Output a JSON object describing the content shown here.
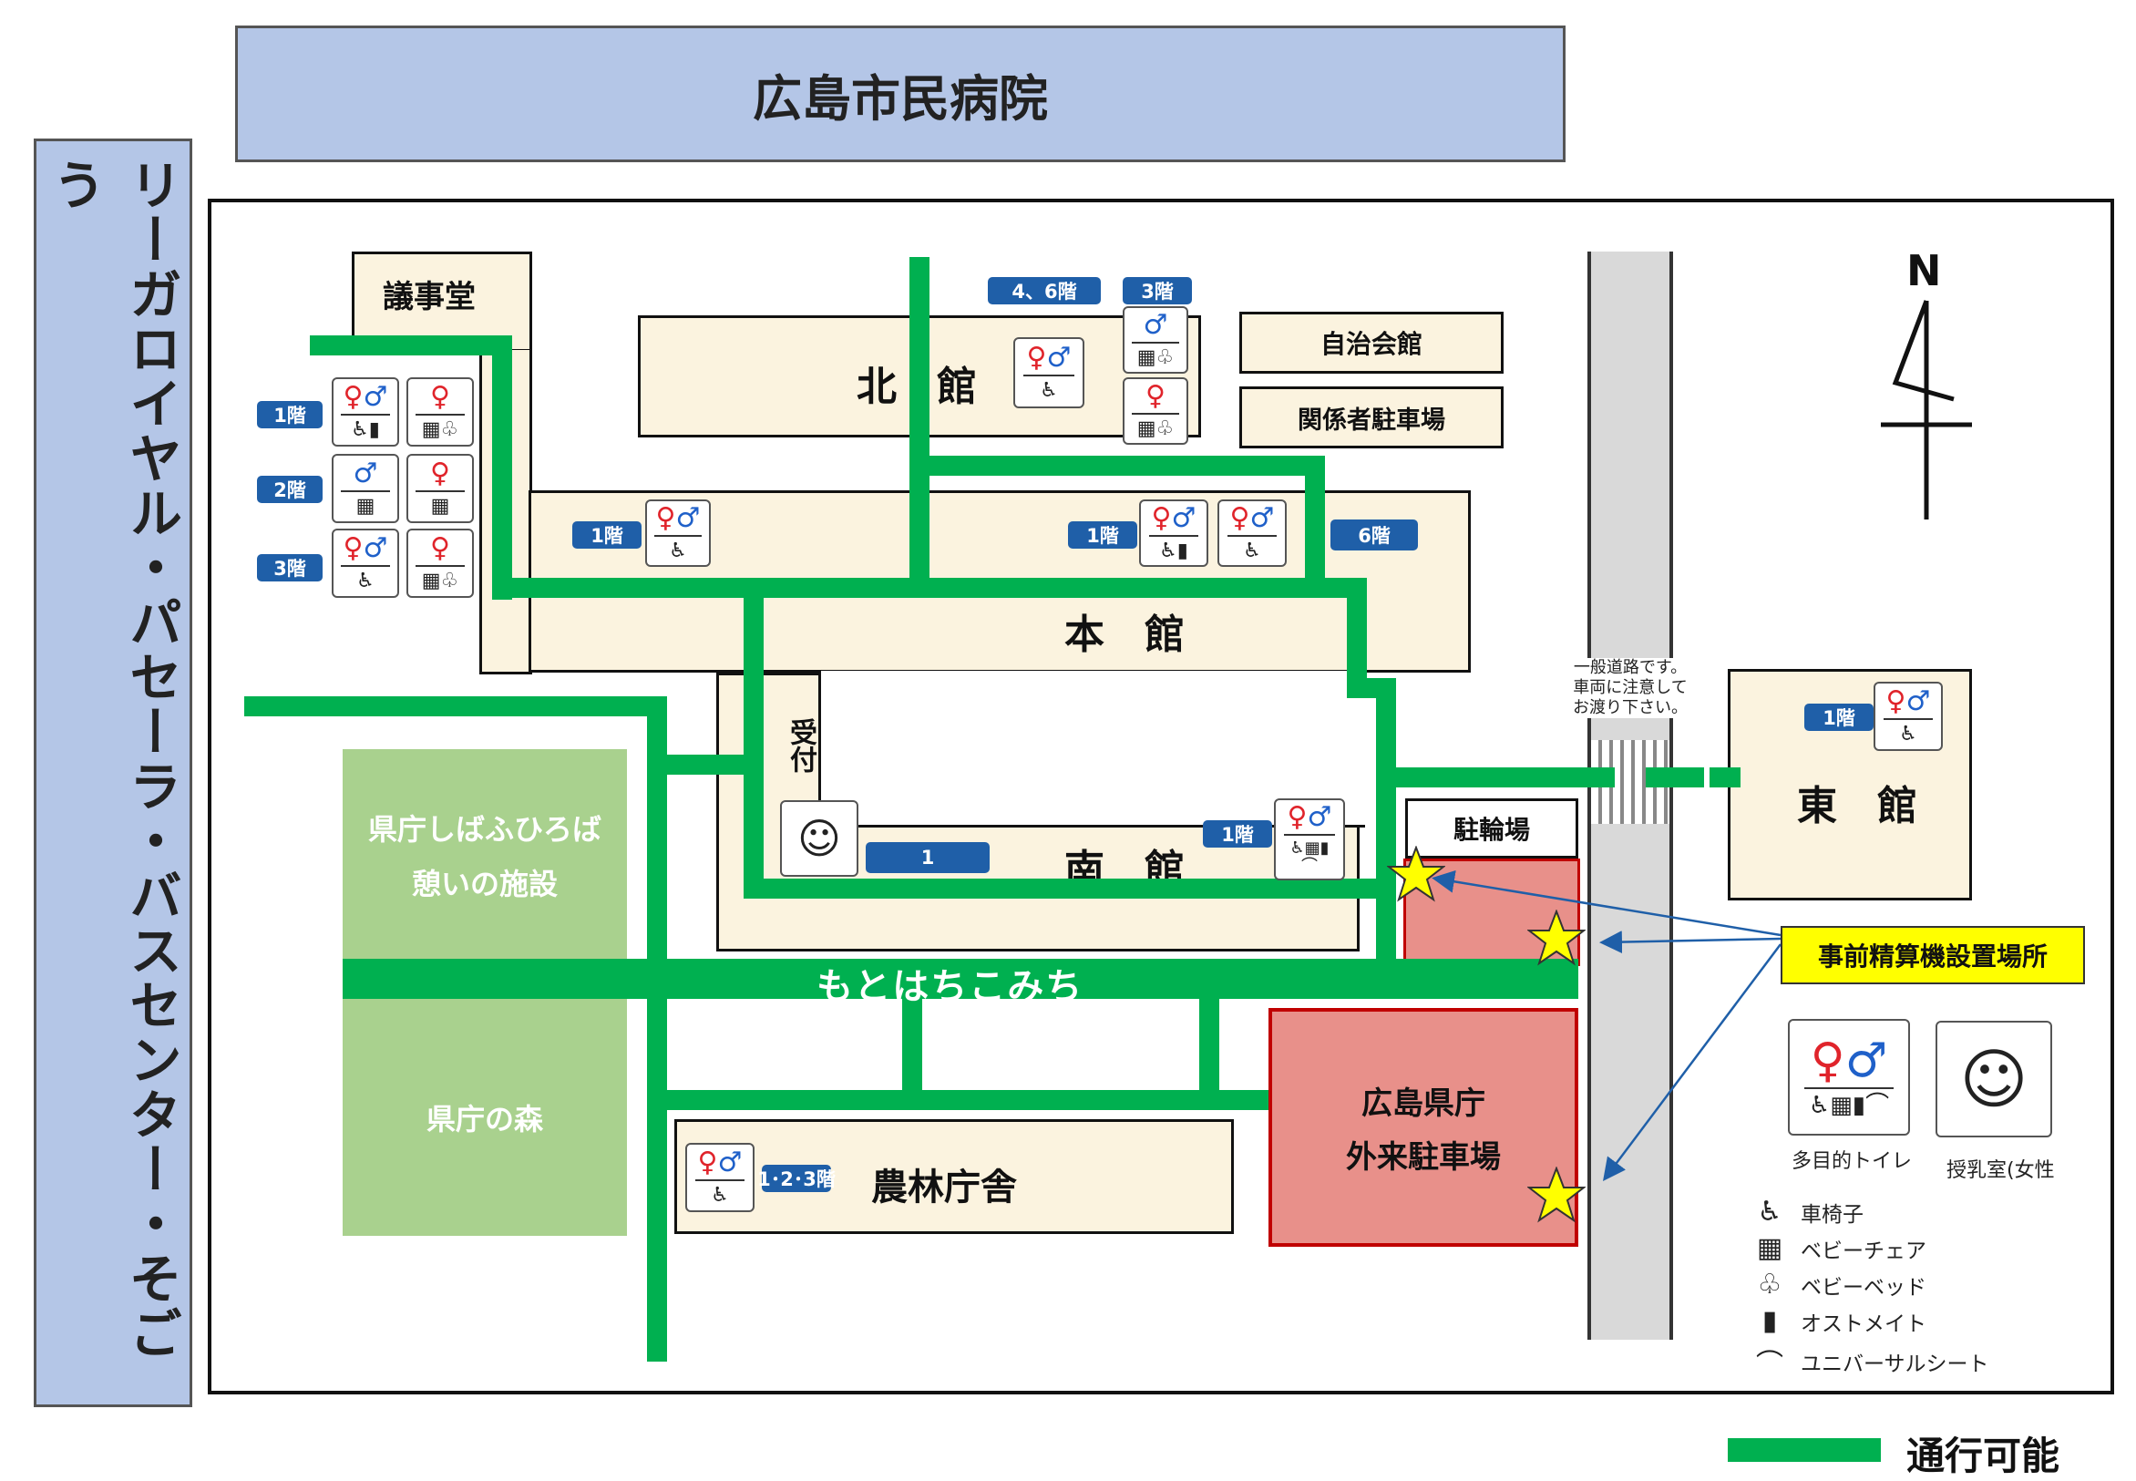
{
  "header": {
    "title": "広島市民病院"
  },
  "side": {
    "title": "リーガロイヤル・パセーラ・バスセンター・そごう"
  },
  "compass": {
    "label": "N"
  },
  "buildings": {
    "gijido": "議事堂",
    "kitakan": "北　館",
    "honkan": "本　館",
    "minamikan": "南　館",
    "higashikan": "東　館",
    "jichikaikan": "自治会館",
    "kankeisha": "関係者駐車場",
    "chuurinjo": "駐輪場",
    "uketsuke": "受付",
    "shiba": [
      "県庁しばふひろば",
      "憩いの施設"
    ],
    "mori": "県庁の森",
    "norin": "農林庁舎",
    "gairai": [
      "広島県庁",
      "外来駐車場"
    ]
  },
  "road": {
    "street_name": "もとはちこみち",
    "warning": [
      "一般道路です。",
      "車両に注意して",
      "お渡り下さい。"
    ]
  },
  "floors": {
    "gijido_1f": "1階",
    "gijido_2f": "2階",
    "gijido_3f": "3階",
    "kita_46": "4、6階",
    "kita_3": "3階",
    "hon_1f_left": "1階",
    "hon_1f_right": "1階",
    "hon_6f": "6階",
    "minami_1": "1",
    "minami_1f": "1階",
    "higashi_1f": "1階",
    "norin": "1･2･3階"
  },
  "callout": {
    "payment": "事前精算機設置場所"
  },
  "legend": {
    "multipurpose": "多目的トイレ",
    "nursing": "授乳室(女性",
    "items": [
      "車椅子",
      "ベビーチェア",
      "ベビーベッド",
      "オストメイト",
      "ユニバーサルシート"
    ],
    "passable": "通行可能"
  },
  "colors": {
    "path": "#00b050",
    "building": "#fbf3df",
    "header": "#b4c6e7",
    "park": "#a9d18e",
    "parking": "#e8908a",
    "pill": "#1f5fa8",
    "callout": "#ffff00"
  }
}
